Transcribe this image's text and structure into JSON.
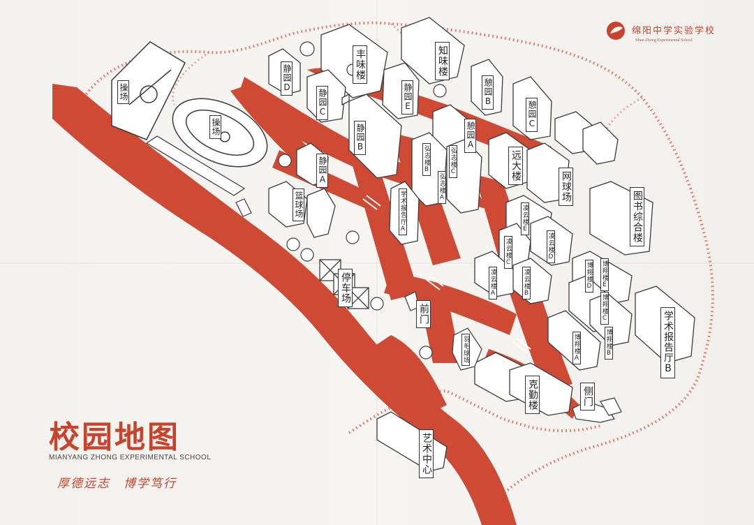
{
  "header": {
    "school_name_cn": "绵阳中学实验学校",
    "school_name_en": "Mian Zhong Experimental School"
  },
  "legend": {
    "title": "校园地图",
    "subtitle": "MIANYANG ZHONG EXPERIMENTAL SCHOOL",
    "motto": "厚德远志　博学笃行"
  },
  "labels": {
    "field_1": "操场",
    "field_2": "操场",
    "fengwei": "丰味楼",
    "zhiwei": "知味楼",
    "jingyuan_d": "静园D",
    "jingyuan_c": "静园C",
    "jingyuan_e": "静园E",
    "jingyuan_b": "静园B",
    "jingyuan_a": "静园A",
    "qiyuan_b": "憩园B",
    "qiyuan_c": "憩园C",
    "qiyuan_a": "憩园A",
    "hongzhi_b": "弘志楼B",
    "hongzhi_c": "弘志楼C",
    "hongzhi_a": "弘志楼A",
    "xueshu_a": "学术报告厅A",
    "yuanda": "远大楼",
    "tennis": "网球场",
    "library": "图书综合楼",
    "basketball": "篮球场",
    "parking": "停车场",
    "lingyun_e": "凌云楼E",
    "lingyun_d": "凌云楼D",
    "lingyun_c": "凌云楼C",
    "lingyun_b": "凌云楼B",
    "lingyun_a": "凌云楼A",
    "boxiang_e": "博翔楼E",
    "boxiang_d": "博翔楼D",
    "boxiang_c": "博翔楼C",
    "boxiang_b": "博翔楼B",
    "boxiang_a": "博翔楼A",
    "xueshu_b": "学术报告厅B",
    "front_gate": "前门",
    "badminton": "羽毛球场",
    "keqin": "克勤楼",
    "side_gate": "侧门",
    "arts_center": "艺术中心"
  },
  "colors": {
    "road": "#cf4a34",
    "accent": "#c9432c",
    "building_stroke": "#3a3a3a",
    "fence": "#e2847a"
  }
}
